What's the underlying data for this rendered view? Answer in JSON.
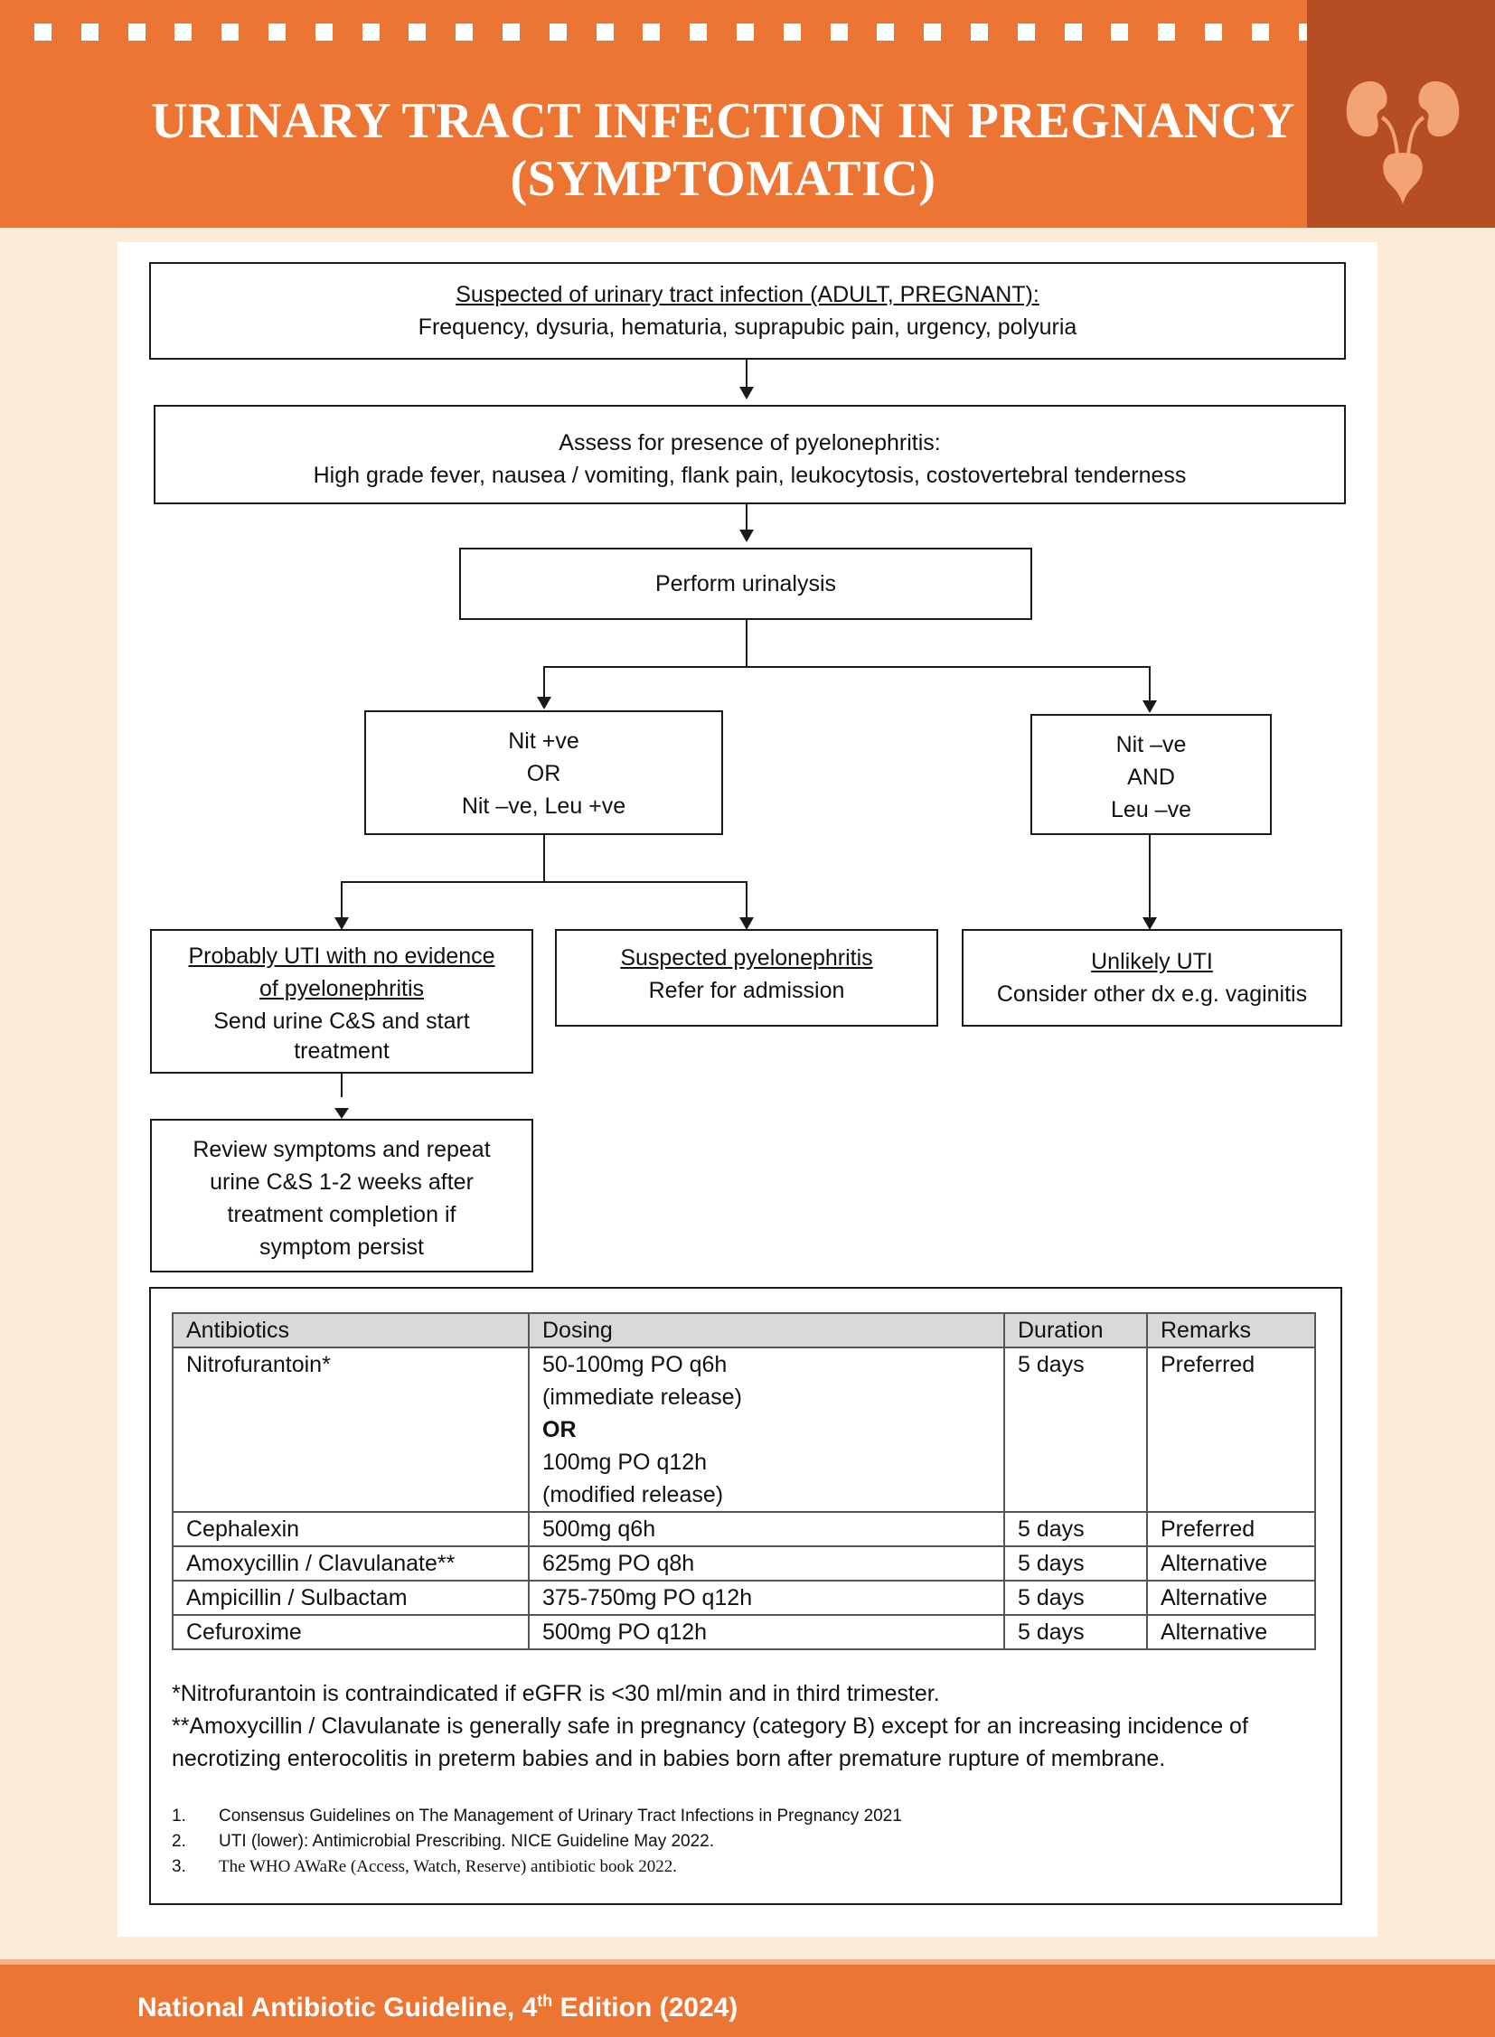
{
  "header": {
    "title_line1": "URINARY TRACT INFECTION IN PREGNANCY",
    "title_line2": "(SYMPTOMATIC)",
    "icon": "kidney-urinary-tract-icon",
    "colors": {
      "orange": "#ec7533",
      "dark_orange": "#b54e22",
      "background": "#fdebd9"
    }
  },
  "flowchart": {
    "suspected": {
      "heading": "Suspected of urinary tract infection (ADULT, PREGNANT):",
      "text": "Frequency, dysuria, hematuria, suprapubic pain, urgency, polyuria"
    },
    "assess": {
      "heading": "Assess for presence of pyelonephritis:",
      "text": "High grade fever, nausea / vomiting, flank pain, leukocytosis, costovertebral tenderness"
    },
    "urinalysis": "Perform urinalysis",
    "positive": {
      "line1": "Nit +ve",
      "line2": "OR",
      "line3": "Nit –ve, Leu +ve"
    },
    "negative": {
      "line1": "Nit –ve",
      "line2": "AND",
      "line3": "Leu –ve"
    },
    "probable": {
      "heading_line1": "Probably UTI with no evidence",
      "heading_line2": "of pyelonephritis",
      "text_line1": "Send urine C&S and start",
      "text_line2": "treatment"
    },
    "pyelo": {
      "heading": "Suspected pyelonephritis",
      "text": "Refer for admission"
    },
    "unlikely": {
      "heading": "Unlikely UTI",
      "text": "Consider other dx e.g. vaginitis"
    },
    "review": {
      "line1": "Review symptoms and repeat",
      "line2": "urine C&S 1-2 weeks after",
      "line3": "treatment completion if",
      "line4": "symptom persist"
    }
  },
  "antibiotics_table": {
    "headers": {
      "antibiotic": "Antibiotics",
      "dosing": "Dosing",
      "duration": "Duration",
      "remarks": "Remarks"
    },
    "nitrofurantoin": {
      "name": "Nitrofurantoin*",
      "dose_line1": "50-100mg PO q6h",
      "dose_line2": "(immediate release)",
      "dose_or": "OR",
      "dose_line3": "100mg PO q12h",
      "dose_line4": "(modified release)",
      "duration": "5 days",
      "remarks": "Preferred"
    },
    "rows": [
      {
        "antibiotic": "Cephalexin",
        "dosing": "500mg q6h",
        "duration": "5 days",
        "remarks": "Preferred"
      },
      {
        "antibiotic": "Amoxycillin / Clavulanate**",
        "dosing": "625mg PO q8h",
        "duration": "5 days",
        "remarks": "Alternative"
      },
      {
        "antibiotic": "Ampicillin / Sulbactam",
        "dosing": "375-750mg PO q12h",
        "duration": "5 days",
        "remarks": "Alternative"
      },
      {
        "antibiotic": "Cefuroxime",
        "dosing": "500mg PO q12h",
        "duration": "5 days",
        "remarks": "Alternative"
      }
    ]
  },
  "notes": {
    "note1": "*Nitrofurantoin is contraindicated if eGFR is <30 ml/min and in third trimester.",
    "note2": "**Amoxycillin / Clavulanate is generally safe in pregnancy (category B) except for an increasing incidence of necrotizing enterocolitis in preterm babies and in babies born after premature rupture of membrane."
  },
  "references": [
    {
      "num": "1.",
      "text": "Consensus Guidelines on The Management of Urinary Tract Infections in Pregnancy 2021"
    },
    {
      "num": "2.",
      "text": "UTI (lower): Antimicrobial Prescribing. NICE Guideline May 2022."
    },
    {
      "num": "3.",
      "text": "The WHO AWaRe (Access, Watch, Reserve) antibiotic book 2022."
    }
  ],
  "footer": {
    "text_main": "National Antibiotic Guideline, 4",
    "text_sup": "th",
    "text_end": " Edition (2024)"
  }
}
